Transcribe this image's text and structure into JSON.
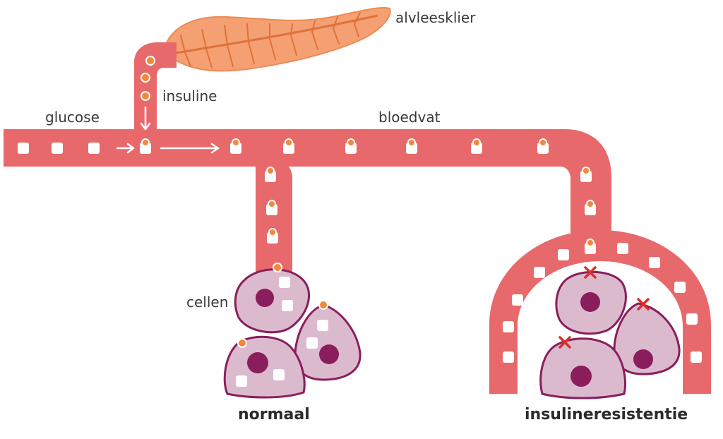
{
  "labels": {
    "pancreas": "alvleesklier",
    "insulin": "insuline",
    "glucose": "glucose",
    "blood_vessel": "bloedvat",
    "cells": "cellen"
  },
  "captions": {
    "normal": "normaal",
    "resistance": "insulineresistentie"
  },
  "colors": {
    "vessel": "#e8696b",
    "pancreas": "#f4a072",
    "insulin": "#f0893b",
    "cell_fill": "#dcbacd",
    "cell_border": "#8a1e5d",
    "nucleus": "#8a1e5d",
    "blocked": "#d9302a"
  }
}
